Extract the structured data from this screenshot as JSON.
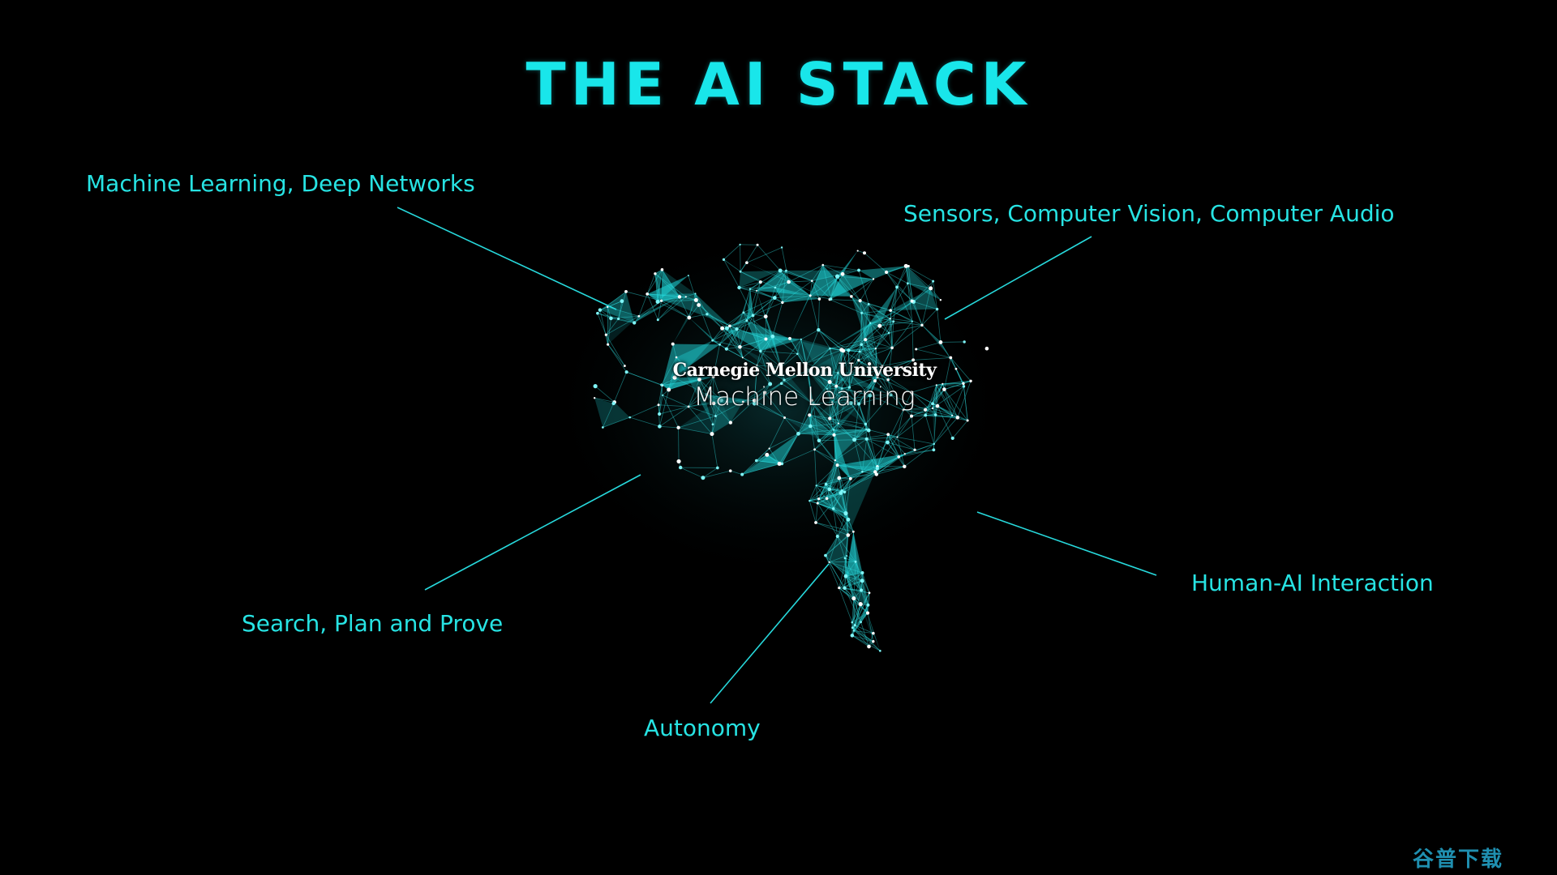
{
  "title": "THE AI STACK",
  "center": {
    "institution": "Carnegie Mellon University",
    "department": "Machine Learning"
  },
  "labels": {
    "ml": "Machine Learning, Deep Networks",
    "sensors": "Sensors, Computer Vision, Computer Audio",
    "search": "Search, Plan and Prove",
    "human_ai": "Human-AI Interaction",
    "autonomy": "Autonomy"
  },
  "watermark": "谷普下载",
  "colors": {
    "background": "#000000",
    "accent": "#19e6ea",
    "line": "#27d9dc"
  }
}
